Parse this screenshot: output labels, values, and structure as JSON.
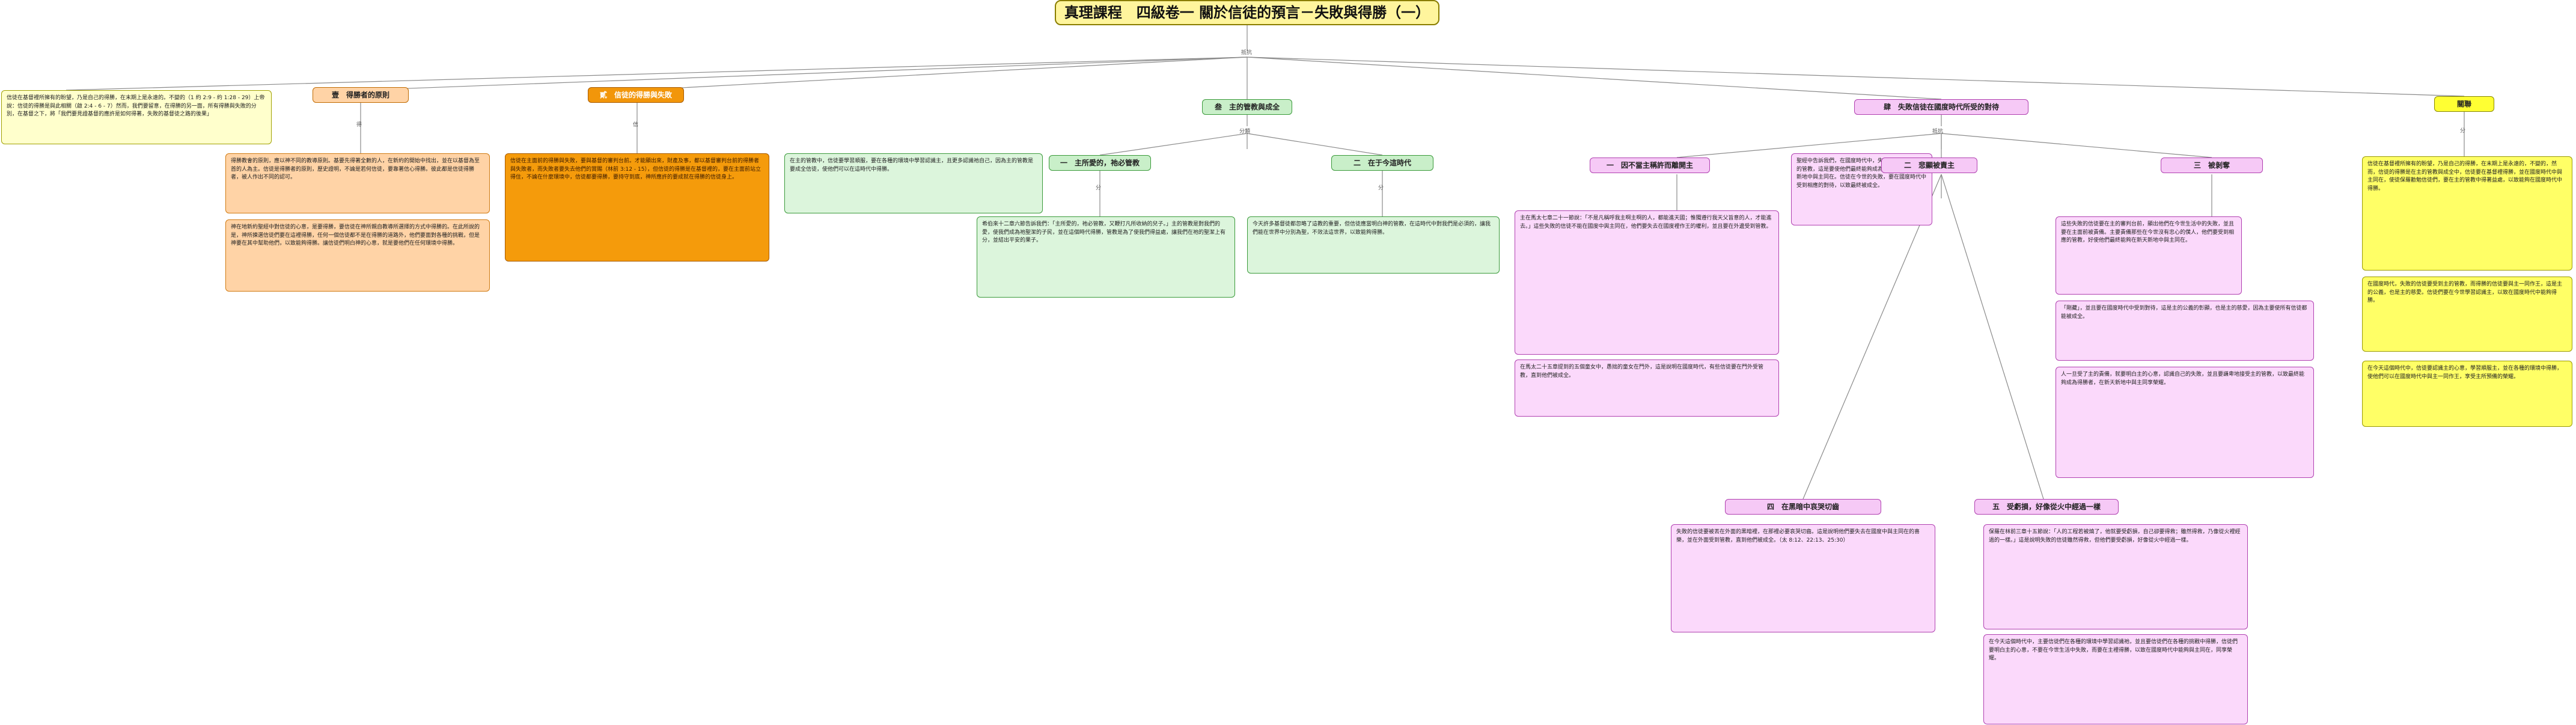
{
  "title": "真理課程　四級卷一 關於信徒的預言－失敗與得勝（一）",
  "hub_label": "抵抗",
  "branches": {
    "intro": {
      "text": "信徒在基督裡所擁有的盼望，乃是自己的得勝，在末期上是永遠的。不變的（1 約 2:9 - 約 1:28 - 29）上帝說：信徒的得勝是與此相關（啟 2:4 - 6 - 7）然而，我們要留意，在得勝的另一面，所有得勝與失敗的分別，在基督之下，將「我們要見證基督的應許是如何得著，失敗的基督徒之路的後果」"
    },
    "b1": {
      "header": "壹　得勝者的原則",
      "box1": "得勝教會的原則，應以神不同的教導原則。基要先得著全數的人，在新約的開始中找出，並在以基督為至首的人為主。信徒是得勝者的原則，歷史證明，不論是若何信徒，要靠著信心得勝。彼此都是信徒得勝者，被人作出不同的認可。",
      "box2": "神在地新約聖經中對信徒的心意，是要得勝，要信徒在神所親自教導所選擇的方式中得勝的。在此所說的是，神所揀選信徒們要在這裡得勝，任何一個信徒都不是在得勝的道路外，他們要面對各種的挑戰，但是神要在其中幫助他們，以致能夠得勝。讓信徒們明白神的心意，就是要他們在任何環境中得勝。"
    },
    "b2": {
      "header": "貳　信徒的得勝與失敗",
      "box1": "信徒在主面前的得勝與失敗，要與基督的審判台前。才能顯出來，財產及事，都以基督審判台前的得勝者與失敗者，而失敗者要失去他們的賞賜（林前 3:12 - 15），但信徒的得勝是在基督裡的，要在主面前站立得住，不論在什麼環境中，信徒都要得勝，要持守到底，神所應許的要成就在得勝的信徒身上。"
    },
    "b3": {
      "header": "叁　主的管教與成全",
      "box1": "在主的管教中，信徒要學習順服，要在各種的環境中學習認識主，且更多認識祂自己，因為主的管教是要成全信徒，使他們可以在這時代中得勝。",
      "sub1": {
        "header": "一　主所愛的，祂必管教",
        "text": "希伯來十二章六節告訴我們：「主所愛的，祂必管教，又鞭打凡所收納的兒子。」主的管教是對我們的愛，使我們成為祂聖潔的子民，並在這個時代得勝，管教是為了使我們得益處，讓我們在祂的聖潔上有分，並結出平安的果子。"
      },
      "sub2": {
        "header": "二　在于今這時代",
        "text": "今天許多基督徒都忽略了這教的重要，但信徒應當明白神的管教，在這時代中對我們是必須的，讓我們能在世界中分別為聖，不效法這世界，以致能夠得勝。"
      }
    },
    "b4": {
      "header": "肆　失敗信徒在國度時代所受的對待",
      "box1": "聖經中告訴我們，在國度時代中，失敗的信徒要受到主的管教，這是要使他們最終能夠成為完全的，並在新天新地中與主同在。信徒在今世的失敗，要在國度時代中受到相應的對待，以致最終被成全。",
      "sub1": {
        "header": "一　因不當主稱許而離開主",
        "text": "主在馬太七章二十一節說：「不是凡稱呼我主啊主啊的人，都能進天國；惟獨遵行我天父旨意的人，才能進去。」這些失敗的信徒不能在國度中與主同在，他們要失去在國度裡作王的權利，並且要在外邊受到管教。",
        "text2": "在馬太二十五章提到的五個童女中，愚拙的童女在門外，這是說明在國度時代，有些信徒要在門外受管教，直到他們被成全。"
      },
      "sub2": {
        "header": "二　悲顯被責主",
        "text": "這些失敗的信徒要在主的審判台前，顯出他們在今世生活中的失敗，並且要在主面前被責備。主要責備那些在今世沒有忠心的僕人，他們要受到相應的管教，好使他們最終能夠在新天新地中與主同在。",
        "text2": "「剛藏」，並且要在國度時代中受到對待，這是主的公義的彰顯，也是主的慈愛，因為主要使所有信徒都能被成全。",
        "text3": "人一旦受了主的責備，就要明白主的心意，認識自己的失敗，並且要謙卑地接受主的管教，以致最終能夠成為得勝者，在新天新地中與主同享榮耀。"
      },
      "sub3": {
        "header": "三　被剝奪"
      },
      "sub4": {
        "header": "四　在黑暗中哀哭切齒",
        "text": "失敗的信徒要被丟在外面的黑暗裡，在那裡必要哀哭切齒。這是說明他們要失去在國度中與主同在的喜樂，並在外面受到管教，直到他們被成全。（太 8:12、22:13、25:30）",
        "text2": ""
      },
      "sub5": {
        "header": "五　受虧損，好像從火中經過一樣",
        "text": "保羅在林前三章十五節說：「人的工程若被燒了，他就要受虧損，自己卻要得救；雖然得救，乃像從火裡經過的一樣。」這是說明失敗的信徒雖然得救，但他們要受虧損，好像從火中經過一樣。",
        "text2": "在今天這個時代中，主要信徒們在各種的環境中學習認識祂，並且要信徒們在各種的挑戰中得勝，信徒們要明白主的心意，不要在今世生活中失敗，而要在主裡得勝，以致在國度時代中能夠與主同在，同享榮耀。"
      }
    },
    "b5": {
      "header": "關聯",
      "box1": "信徒在基督裡所擁有的盼望，乃是自己的得勝，在末期上是永遠的，不變的，然而，信徒的得勝是在主的管教與成全中，信徒要在基督裡得勝，並在國度時代中與主同在，使徒保羅勸勉信徒們，要在主的管教中得著益處，以致能夠在國度時代中得勝。",
      "box2": "在國度時代，失敗的信徒要受到主的管教，而得勝的信徒要與主一同作王，這是主的公義，也是主的慈愛。信徒們要在今世學習認識主，以致在國度時代中能夠得勝。",
      "box3": "在今天這個時代中，信徒要認識主的心意，學習順服主，並在各種的環境中得勝，使他們可以在國度時代中與主一同作王，享受主所預備的榮耀。"
    }
  },
  "junction_labels": {
    "j_b1": "得",
    "j_b2": "信",
    "j_b3": "分類",
    "j_b3a": "分",
    "j_b3b": "分",
    "j_b4": "抵抗",
    "j_b5": "分"
  },
  "colors": {
    "wire": "#8a8a8a",
    "title_bg": "#fff59d",
    "orange": "#ffd3a6",
    "green": "#dcf5dc",
    "pink": "#fbd9fb",
    "yellow": "#ffff66"
  }
}
